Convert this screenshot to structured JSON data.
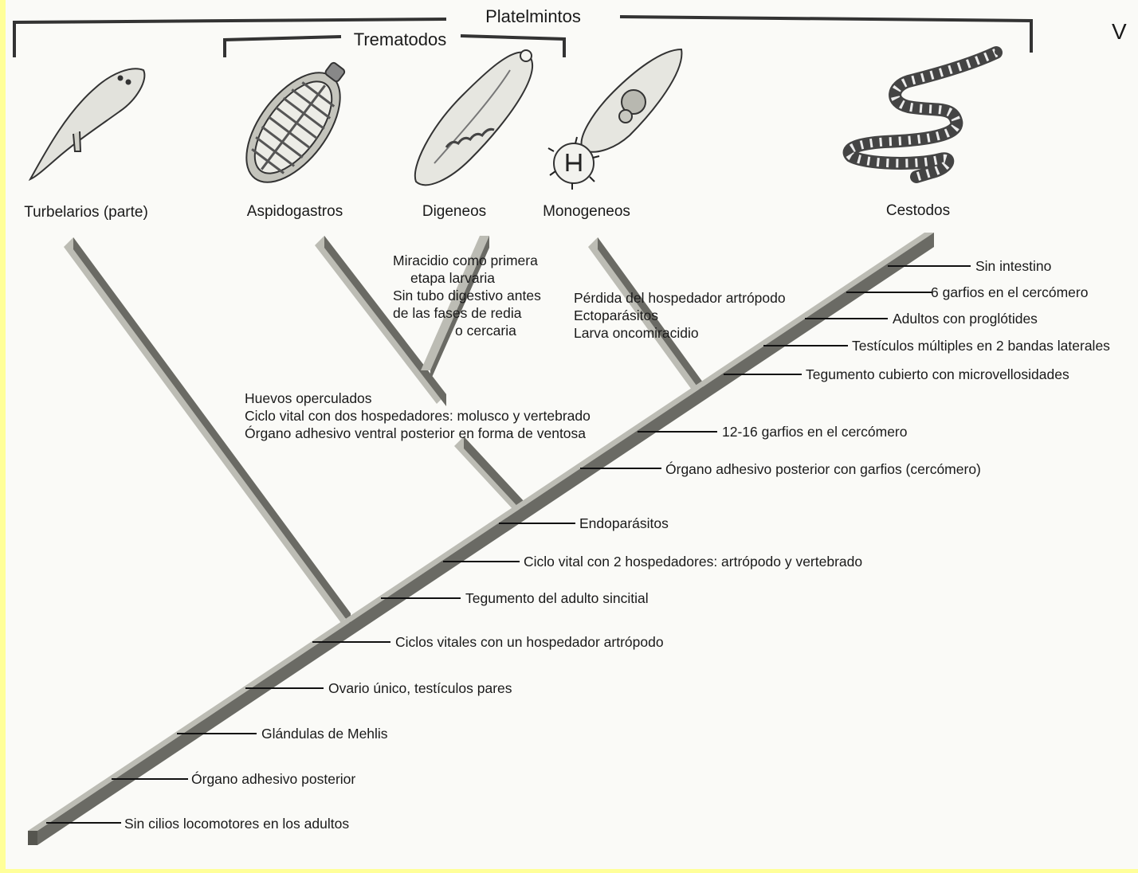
{
  "corner_mark": "V",
  "groups": {
    "platelmintos": "Platelmintos",
    "trematodos": "Trematodos"
  },
  "taxa": {
    "turbelarios": "Turbelarios (parte)",
    "aspidogastros": "Aspidogastros",
    "digeneos": "Digeneos",
    "monogeneos": "Monogeneos",
    "cestodos": "Cestodos"
  },
  "traits": {
    "sin_cilios": "Sin cilios locomotores en los adultos",
    "organo_adhesivo_posterior": "Órgano adhesivo posterior",
    "glandulas_mehlis": "Glándulas de Mehlis",
    "ovario_unico": "Ovario único, testículos pares",
    "ciclos_vitales_artropodo": "Ciclos vitales con un hospedador artrópodo",
    "tegumento_sincitial": "Tegumento del adulto sincitial",
    "ciclo_vital_2": "Ciclo vital con 2 hospedadores: artrópodo y vertebrado",
    "endoparasitos": "Endoparásitos",
    "organo_cercomero": "Órgano adhesivo posterior con garfios (cercómero)",
    "garfios_12_16": "12-16 garfios en el cercómero",
    "tegumento_microvellosidades": "Tegumento cubierto con microvellosidades",
    "testiculos_multiples": "Testículos múltiples en 2 bandas laterales",
    "proglotides": "Adultos con proglótides",
    "garfios_6": "6 garfios en el cercómero",
    "sin_intestino": "Sin intestino"
  },
  "trematode_traits": [
    "Huevos operculados",
    "Ciclo vital con dos hospedadores: molusco y vertebrado",
    "Órgano adhesivo ventral posterior en forma de ventosa"
  ],
  "digenea_traits": [
    "Miracidio como primera",
    "etapa larvaria",
    "Sin tubo digestivo antes",
    "de las fases de redia",
    "o cercaria"
  ],
  "monogenea_traits": [
    "Pérdida del hospedador artrópodo",
    "Ectoparásitos",
    "Larva oncomiracidio"
  ]
}
